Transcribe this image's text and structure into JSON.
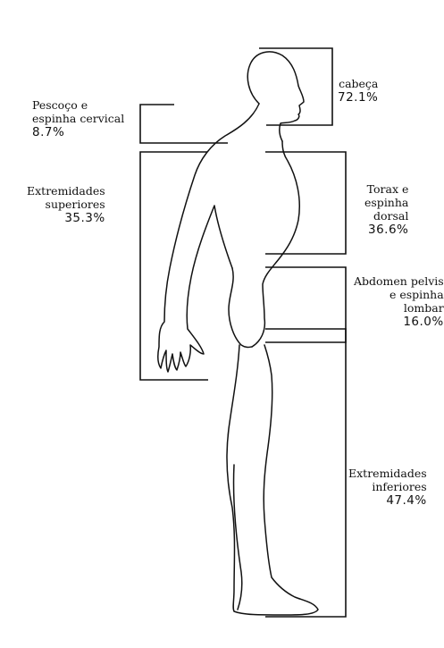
{
  "regions": {
    "cabeca": {
      "name": "cabeça",
      "percent": "72.1%"
    },
    "pescoco": {
      "name_line1": "Pescoço e",
      "name_line2": "espinha cervical",
      "percent": "8.7%"
    },
    "extremidades_superiores": {
      "name_line1": "Extremidades",
      "name_line2": "superiores",
      "percent": "35.3%"
    },
    "torax": {
      "name_line1": "Torax e",
      "name_line2": "espinha",
      "name_line3": "dorsal",
      "percent": "36.6%"
    },
    "abdomen": {
      "name_line1": "Abdomen pelvis",
      "name_line2": "e espinha",
      "name_line3": "lombar",
      "percent": "16.0%"
    },
    "extremidades_inferiores": {
      "name_line1": "Extremidades",
      "name_line2": "inferiores",
      "percent": "47.4%"
    }
  },
  "colors": {
    "ink": "#111111",
    "background": "#ffffff"
  }
}
